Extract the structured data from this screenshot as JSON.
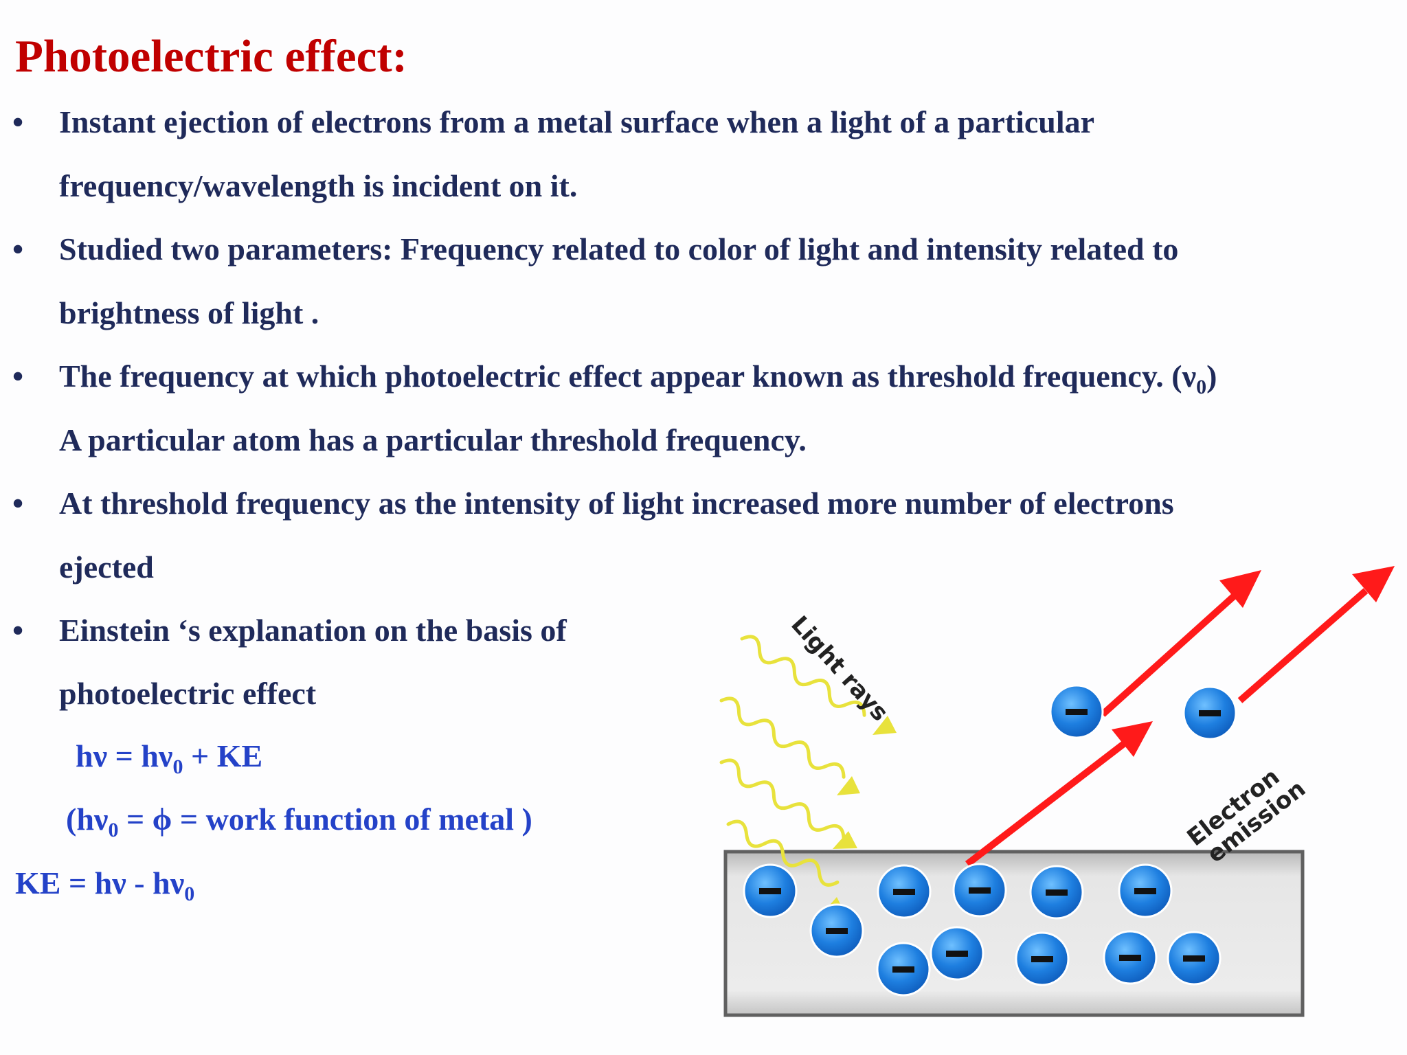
{
  "slide": {
    "title": "Photoelectric effect:",
    "bullets": [
      {
        "line1": "Instant ejection of electrons from a metal surface when a light of a particular",
        "line2": "frequency/wavelength is incident on it."
      },
      {
        "line1": "Studied two parameters: Frequency  related to color of light and intensity related to",
        "line2": "brightness of light ."
      },
      {
        "line1_pre": "The frequency at which photoelectric effect appear known as threshold frequency. (ν",
        "line1_sub": "0",
        "line1_post": ")",
        "line2": "A particular atom has a particular threshold frequency."
      },
      {
        "line1": "At threshold frequency as the intensity of light increased more number of electrons",
        "line2": "ejected"
      },
      {
        "line1": "Einstein ‘s explanation on the basis of",
        "line2": "photoelectric effect"
      }
    ],
    "formulas": {
      "f1_a": "hν = hν",
      "f1_sub": "0",
      "f1_b": " + KE",
      "f2_a": "(hν",
      "f2_sub": "0",
      "f2_b": " = ϕ = work function of metal )",
      "f3_a": "KE = hν - hν",
      "f3_sub": "0"
    },
    "bullet_glyph": "•"
  },
  "diagram": {
    "light_label": "Light rays",
    "emission_label_1": "Electron",
    "emission_label_2": "emission",
    "electron_sign": "-",
    "colors": {
      "electron": "#1e7fe0",
      "arrow": "#ff1a1a",
      "wave": "#e8e23c",
      "metal": "#d4d4d4"
    }
  }
}
